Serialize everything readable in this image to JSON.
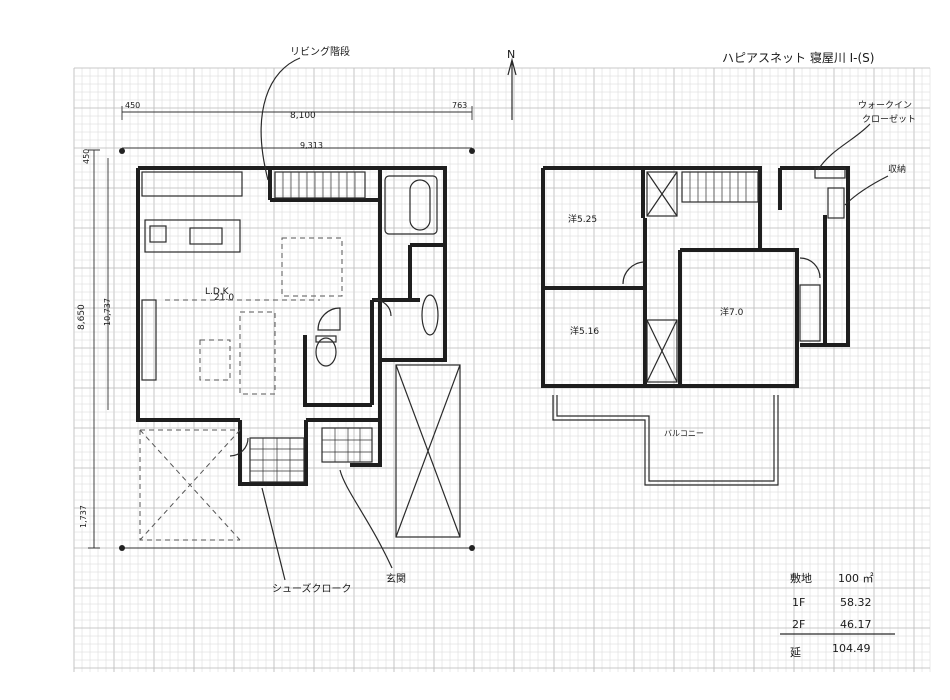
{
  "title": "ハピアスネット 寝屋川 I-(S)",
  "north_mark": "N",
  "dimensions": {
    "top_left_offset": "450",
    "top_main": "8,100",
    "top_right_offset": "763",
    "top_inner": "9,313",
    "left_top": "450",
    "left_mid": "8,650",
    "left_inner": "10,737",
    "left_bottom": "1,737"
  },
  "floor1": {
    "ldk_label": "L.D.K",
    "ldk_size": "21.0",
    "callouts": {
      "living_stairs": "リビング階段",
      "shoes_cloak": "シューズクローク",
      "entrance": "玄関"
    }
  },
  "floor2": {
    "room1": "洋5.25",
    "room2": "洋5.16",
    "room3": "洋7.0",
    "balcony": "バルコニー",
    "callouts": {
      "walk_in_closet": "ウォークイン\nクローゼット",
      "storage": "収納"
    }
  },
  "area_table": {
    "rows": [
      {
        "label": "敷地",
        "value": "100 ㎡"
      },
      {
        "label": "1F",
        "value": "58.32"
      },
      {
        "label": "2F",
        "value": "46.17"
      },
      {
        "label": "延",
        "value": "104.49"
      }
    ]
  },
  "colors": {
    "ink": "#1e1e1e",
    "grid": "#d6d6d6",
    "grid_major": "#b8b8b8"
  }
}
